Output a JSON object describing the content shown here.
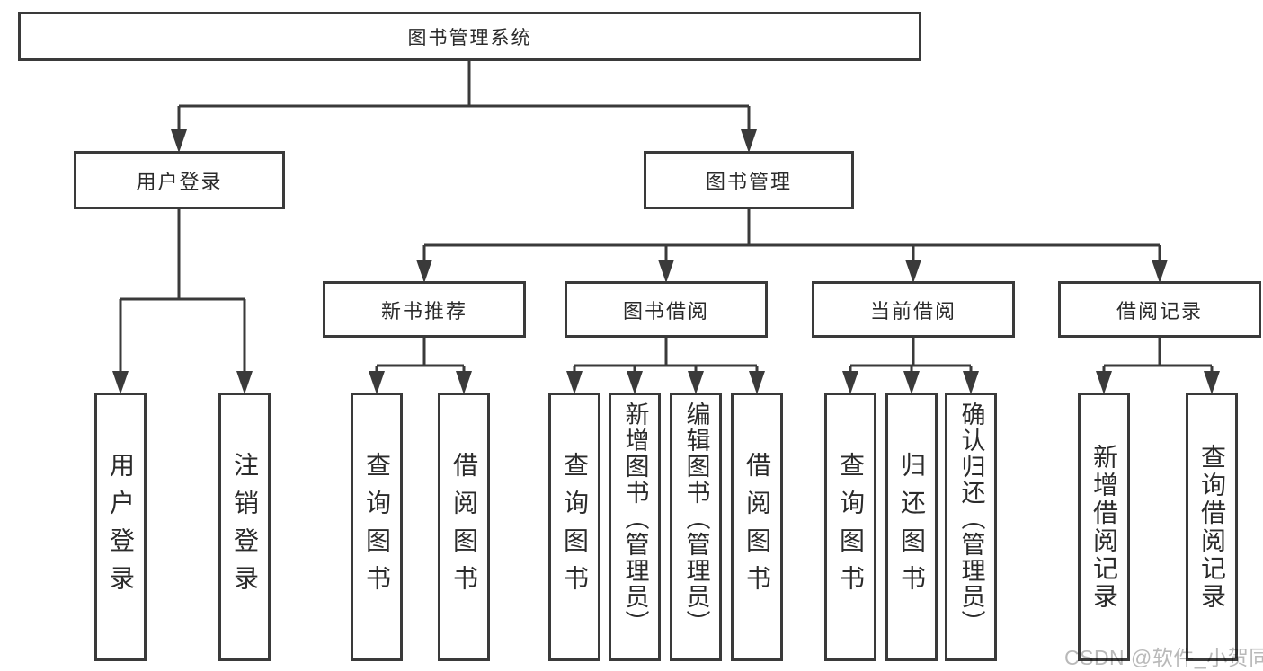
{
  "diagram": {
    "type": "hierarchy-tree",
    "title": "图书管理系统",
    "colors": {
      "line": "#3a3a3a",
      "box_border": "#3a3a3a",
      "text": "#2b2b2b",
      "background": "#ffffff",
      "watermark": "#b9b9b9"
    },
    "nodes": {
      "root": "图书管理系统",
      "user_login": "用户登录",
      "book_mgmt": "图书管理",
      "new_books": "新书推荐",
      "book_borrow": "图书借阅",
      "current_borrow": "当前借阅",
      "borrow_records": "借阅记录",
      "leaf_user_login": "用户登录",
      "leaf_logout": "注销登录",
      "leaf_query_books_1": "查询图书",
      "leaf_borrow_books_1": "借阅图书",
      "leaf_query_books_2": "查询图书",
      "leaf_add_book": "新增图书（管理员）",
      "leaf_edit_book": "编辑图书（管理员）",
      "leaf_borrow_books_2": "借阅图书",
      "leaf_query_books_3": "查询图书",
      "leaf_return_book": "归还图书",
      "leaf_confirm_return": "确认归还（管理员）",
      "leaf_add_record": "新增借阅记录",
      "leaf_query_record": "查询借阅记录"
    },
    "hierarchy": {
      "图书管理系统": {
        "用户登录": [
          "用户登录",
          "注销登录"
        ],
        "图书管理": {
          "新书推荐": [
            "查询图书",
            "借阅图书"
          ],
          "图书借阅": [
            "查询图书",
            "新增图书（管理员）",
            "编辑图书（管理员）",
            "借阅图书"
          ],
          "当前借阅": [
            "查询图书",
            "归还图书",
            "确认归还（管理员）"
          ],
          "借阅记录": [
            "新增借阅记录",
            "查询借阅记录"
          ]
        }
      }
    }
  },
  "watermark": "CSDN @软件_小贺同学"
}
